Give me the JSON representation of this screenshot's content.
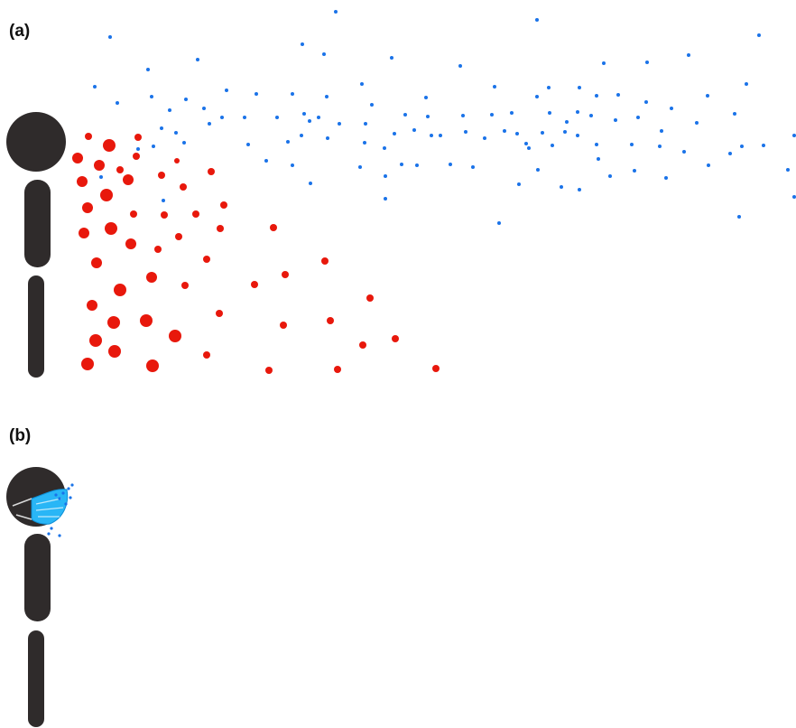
{
  "panels": [
    {
      "label": "(a)",
      "mask": false
    },
    {
      "label": "(b)",
      "mask": true
    }
  ],
  "colors": {
    "background": "#ffffff",
    "figure": "#2f2b2b",
    "large_droplet": "#e8180c",
    "aerosol": "#1a73e8",
    "mask": "#29b6f6",
    "mask_edge": "#0d8fd6"
  },
  "legend_semantics": {
    "large_droplet": "red-dot",
    "aerosol": "blue-dot"
  }
}
